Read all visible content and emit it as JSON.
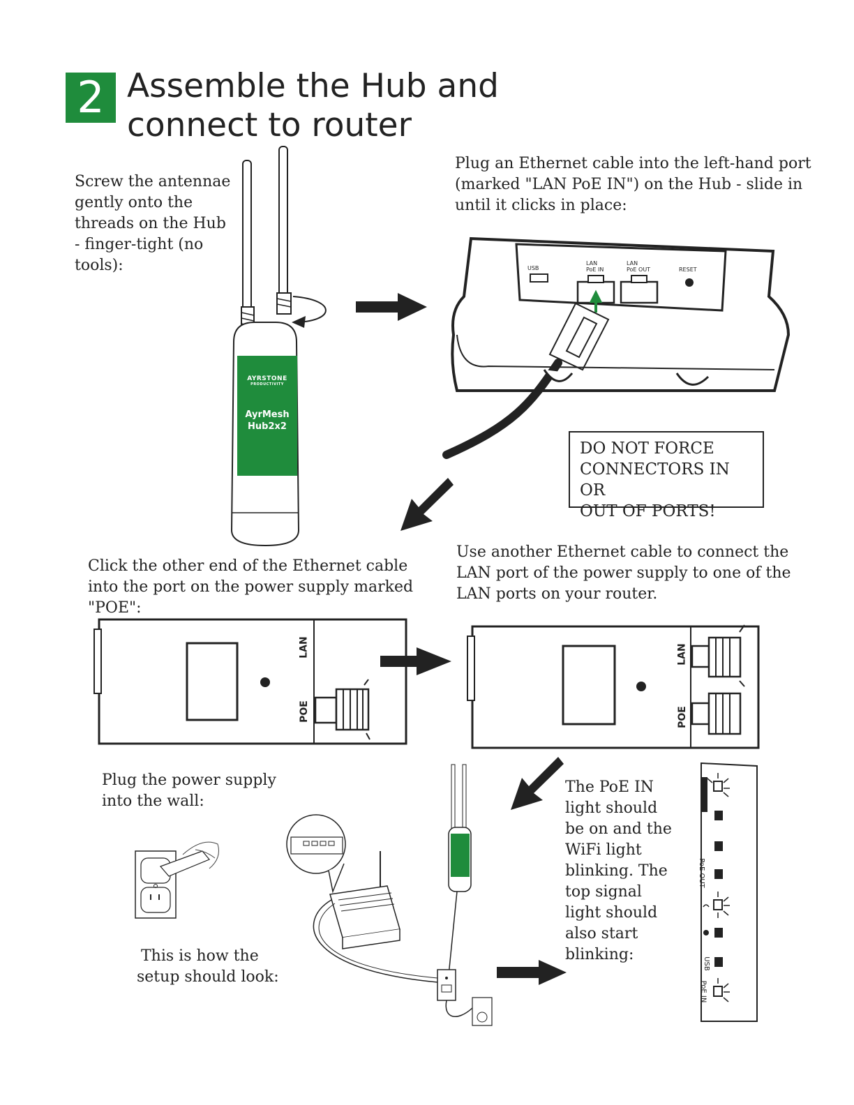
{
  "step": {
    "number": "2",
    "title_line1": "Assemble the Hub and",
    "title_line2": "connect to router"
  },
  "instructions": {
    "antennae": [
      "Screw the antennae",
      "gently onto the",
      "threads on the Hub",
      "- finger-tight (no",
      "tools):"
    ],
    "plug_hub": [
      "Plug an Ethernet cable into the left-hand port",
      "(marked \"LAN PoE IN\") on the Hub - slide in",
      "until it clicks in place:"
    ],
    "warning": [
      "DO NOT FORCE",
      "CONNECTORS IN OR",
      "OUT OF PORTS!"
    ],
    "poe_port": [
      "Click the other end of the Ethernet cable",
      "into the port on the power supply marked",
      "\"POE\":"
    ],
    "lan_port": [
      "Use another Ethernet cable to connect the",
      "LAN port of the power supply to one of the",
      "LAN ports on your router."
    ],
    "wall": [
      "Plug the power supply",
      "into the wall:"
    ],
    "setup": [
      "This is how the",
      "setup should look:"
    ],
    "lights": [
      "The PoE IN",
      "light should",
      "be on and the",
      "WiFi light",
      "blinking. The",
      "top signal",
      "light should",
      "also start",
      "blinking:"
    ]
  },
  "hub_label": {
    "brand": "AYRSTONE",
    "brand_sub": "PRODUCTIVITY",
    "model_line1": "AyrMesh",
    "model_line2": "Hub2x2"
  },
  "hub_ports": {
    "usb": "USB",
    "lan_in_1": "LAN",
    "lan_in_2": "PoE IN",
    "lan_out_1": "LAN",
    "lan_out_2": "PoE OUT",
    "reset": "RESET"
  },
  "psu_ports": {
    "lan": "LAN",
    "poe": "POE"
  },
  "led_panel": {
    "poe_out": "PoE OUT",
    "usb": "USB",
    "poe_in": "PoE IN"
  },
  "colors": {
    "brand_green": "#1f8c3c",
    "ink": "#222222"
  }
}
